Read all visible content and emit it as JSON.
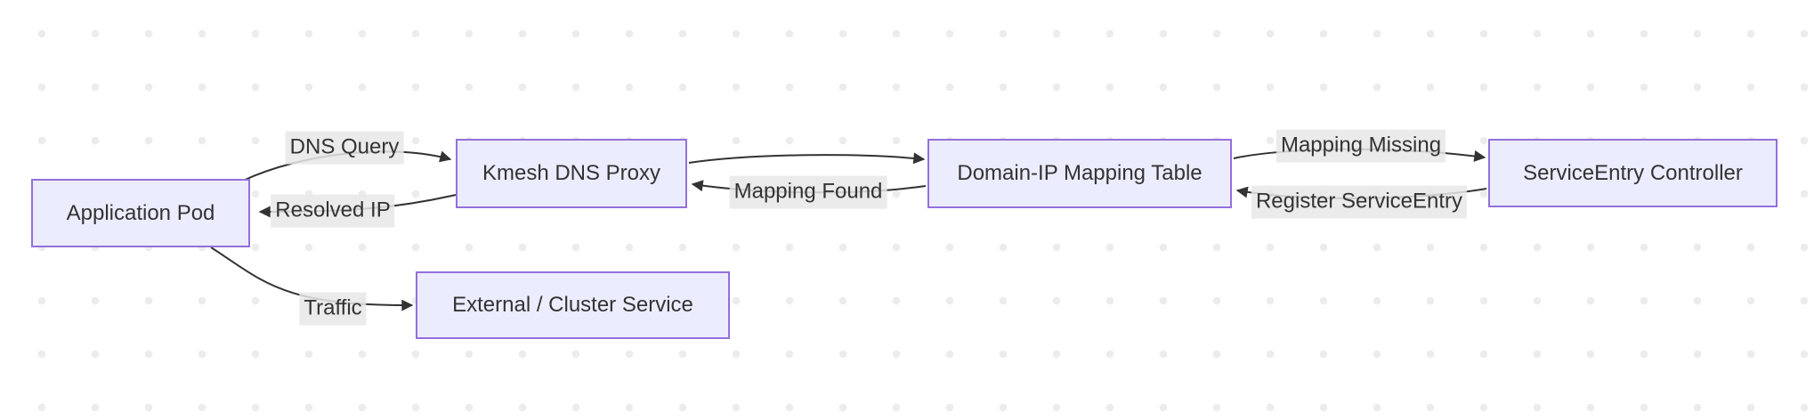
{
  "diagram": {
    "type": "flowchart",
    "direction": "left-to-right",
    "nodes": [
      {
        "id": "app-pod",
        "label": "Application Pod"
      },
      {
        "id": "dns-proxy",
        "label": "Kmesh DNS Proxy"
      },
      {
        "id": "mapping-table",
        "label": "Domain-IP Mapping Table"
      },
      {
        "id": "serviceentry-controller",
        "label": "ServiceEntry Controller"
      },
      {
        "id": "external-service",
        "label": "External / Cluster Service"
      }
    ],
    "edges": [
      {
        "from": "app-pod",
        "to": "dns-proxy",
        "label": "DNS Query"
      },
      {
        "from": "dns-proxy",
        "to": "app-pod",
        "label": "Resolved IP"
      },
      {
        "from": "dns-proxy",
        "to": "mapping-table",
        "label": ""
      },
      {
        "from": "mapping-table",
        "to": "dns-proxy",
        "label": "Mapping Found"
      },
      {
        "from": "mapping-table",
        "to": "serviceentry-controller",
        "label": "Mapping Missing"
      },
      {
        "from": "serviceentry-controller",
        "to": "mapping-table",
        "label": "Register ServiceEntry"
      },
      {
        "from": "app-pod",
        "to": "external-service",
        "label": "Traffic"
      }
    ],
    "colors": {
      "node_fill": "#ECECFF",
      "node_border": "#9370DB",
      "edge_line": "#333333",
      "edge_label_background": "#e8e8e8",
      "text": "#333333",
      "background_dots": "#ececec",
      "background": "#ffffff"
    }
  }
}
